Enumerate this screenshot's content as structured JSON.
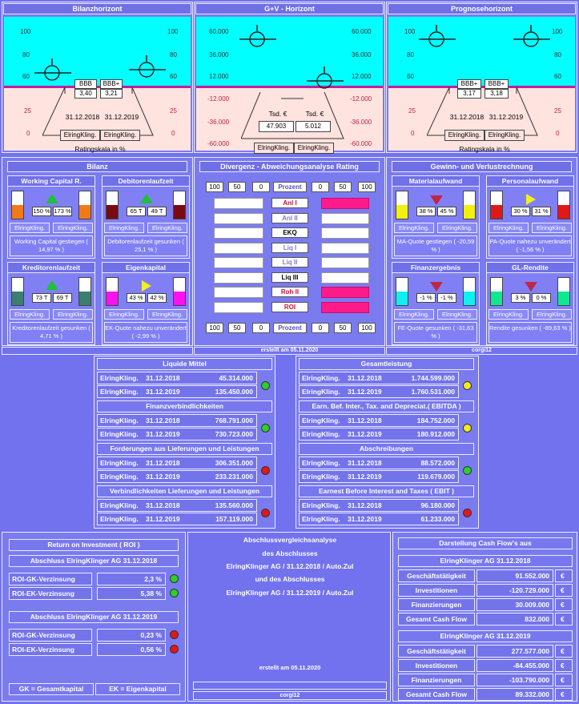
{
  "horizon": {
    "bilanz": {
      "title": "Bilanzhorizont",
      "sky_ticks": [
        "100",
        "80",
        "60"
      ],
      "ground_ticks": [
        "25",
        "0"
      ],
      "rating1": "BBB",
      "rating2": "BBB+",
      "value1": "3,40",
      "value2": "3,21",
      "date1": "31.12.2018",
      "date2": "31.12.2019",
      "name1": "ElringKling.",
      "name2": "ElringKling.",
      "scale": "Ratingskala in %"
    },
    "guv": {
      "title": "G+V - Horizont",
      "sky_ticks": [
        "60.000",
        "36.000",
        "12.000"
      ],
      "ground_ticks": [
        "-12.000",
        "-36.000",
        "-60.000"
      ],
      "unit1": "Tsd. €",
      "unit2": "Tsd. €",
      "value1": "47.903",
      "value2": "5.012",
      "name1": "ElringKling.",
      "name2": "ElringKling."
    },
    "prognose": {
      "title": "Prognosehorizont",
      "sky_ticks": [
        "100",
        "80",
        "60"
      ],
      "ground_ticks": [
        "25",
        "0"
      ],
      "rating1": "BBB+",
      "rating2": "BBB+",
      "value1": "3,17",
      "value2": "3,18",
      "date1": "31.12.2018",
      "date2": "31.12.2019",
      "name1": "ElringKling.",
      "name2": "ElringKling.",
      "scale": "Ratingskala in %"
    }
  },
  "bilanz": {
    "title": "Bilanz",
    "tiles": [
      {
        "title": "Working Capital R.",
        "p1": "150 %",
        "p2": "173 %",
        "n1": "ElringKling.",
        "n2": "ElringKling.",
        "note": "Working Capital gestiegen    ( 14,97 % )",
        "trend": "up",
        "color": "#f07a18"
      },
      {
        "title": "Debitorenlaufzeit",
        "p1": "65 T",
        "p2": "49 T",
        "n1": "ElringKling.",
        "n2": "ElringKling.",
        "note": "Debitorenlaufzeit gesunken ( 25,1 % )",
        "trend": "up",
        "color": "#7a0a12"
      },
      {
        "title": "Kreditorenlaufzeit",
        "p1": "73 T",
        "p2": "69 T",
        "n1": "ElringKling.",
        "n2": "ElringKling.",
        "note": "Kreditorenlaufzeit gesunken ( 4,71 % )",
        "trend": "up",
        "color": "#3c7f6e"
      },
      {
        "title": "Eigenkapital",
        "p1": "43 %",
        "p2": "42 %",
        "n1": "ElringKling.",
        "n2": "ElringKling.",
        "note": "EK-Quote nahezu unverändert  ( -2,99 % )",
        "trend": "right",
        "color": "#ff10f0"
      }
    ]
  },
  "divergenz": {
    "title": "Divergenz - Abweichungsanalyse Rating",
    "scale_left": [
      "100",
      "50",
      "0"
    ],
    "scale_mid": "Prozent",
    "scale_right": [
      "0",
      "50",
      "100"
    ],
    "rows": [
      {
        "label": "Anl I",
        "style": "red"
      },
      {
        "label": "Anl II",
        "style": "blue"
      },
      {
        "label": "EKQ",
        "style": "black"
      },
      {
        "label": "Liq I",
        "style": "blue"
      },
      {
        "label": "Liq II",
        "style": "blue"
      },
      {
        "label": "Liq III",
        "style": "black"
      },
      {
        "label": "Roh II",
        "style": "red"
      },
      {
        "label": "ROI",
        "style": "red"
      }
    ]
  },
  "guv_panel": {
    "title": "Gewinn-  und Verlustrechnung",
    "tiles": [
      {
        "title": "Materialaufwand",
        "p1": "38 %",
        "p2": "45 %",
        "n1": "ElringKling.",
        "n2": "ElringKling.",
        "note": "MA-Quote gestiegen ( -20,59 % )",
        "trend": "down",
        "color": "#f2f010"
      },
      {
        "title": "Personalaufwand",
        "p1": "30 %",
        "p2": "31 %",
        "n1": "ElringKling.",
        "n2": "ElringKling.",
        "note": "PA-Quote nahezu unverändert  ( -1,56 % )",
        "trend": "right",
        "color": "#e01818"
      },
      {
        "title": "Finanzergebnis",
        "p1": "-1 %",
        "p2": "-1 %",
        "n1": "ElringKling.",
        "n2": "ElringKling.",
        "note": "FE-Quote gesunken ( -31,63 % )",
        "trend": "down",
        "color": "#10f0f0"
      },
      {
        "title": "GL-Rendite",
        "p1": "3 %",
        "p2": "0 %",
        "n1": "ElringKling.",
        "n2": "ElringKling.",
        "note": "Rendite gesunken ( -89,63 % )",
        "trend": "down",
        "color": "#10e890"
      }
    ]
  },
  "footer_strip": {
    "left": "",
    "created": "erstellt am 05.11.2020",
    "right": "corgi12"
  },
  "tables_left": [
    {
      "title": "Liquide Mittel",
      "rows": [
        [
          "ElringKling.",
          "31.12.2018",
          "45.314.000"
        ],
        [
          "ElringKling.",
          "31.12.2019",
          "135.450.000"
        ]
      ],
      "status": "green"
    },
    {
      "title": "Finanzverbindlichkeiten",
      "rows": [
        [
          "ElringKling.",
          "31.12.2018",
          "768.791.000"
        ],
        [
          "ElringKling.",
          "31.12.2019",
          "730.723.000"
        ]
      ],
      "status": "green"
    },
    {
      "title": "Forderungen aus Lieferungen und Leistungen",
      "rows": [
        [
          "ElringKling.",
          "31.12.2018",
          "306.351.000"
        ],
        [
          "ElringKling.",
          "31.12.2019",
          "233.231.000"
        ]
      ],
      "status": "red"
    },
    {
      "title": "Verbindlichkeiten Lieferungen und Leistungen",
      "rows": [
        [
          "ElringKling.",
          "31.12.2018",
          "135.560.000"
        ],
        [
          "ElringKling.",
          "31.12.2019",
          "157.119.000"
        ]
      ],
      "status": "red"
    }
  ],
  "tables_right": [
    {
      "title": "Gesamtleistung",
      "rows": [
        [
          "ElringKling.",
          "31.12.2018",
          "1.744.599.000"
        ],
        [
          "ElringKling.",
          "31.12.2019",
          "1.760.531.000"
        ]
      ],
      "status": "yellow"
    },
    {
      "title": "Earn. Bef. Inter., Tax. and Depreciat.( EBITDA )",
      "rows": [
        [
          "ElringKling.",
          "31.12.2018",
          "184.752.000"
        ],
        [
          "ElringKling.",
          "31.12.2019",
          "180.912.000"
        ]
      ],
      "status": "yellow"
    },
    {
      "title": "Abschreibungen",
      "rows": [
        [
          "ElringKling.",
          "31.12.2018",
          "88.572.000"
        ],
        [
          "ElringKling.",
          "31.12.2019",
          "119.679.000"
        ]
      ],
      "status": "green"
    },
    {
      "title": "Earnest Before Interest and Taxes ( EBIT )",
      "rows": [
        [
          "ElringKling.",
          "31.12.2018",
          "96.180.000"
        ],
        [
          "ElringKling.",
          "31.12.2019",
          "61.233.000"
        ]
      ],
      "status": "red"
    }
  ],
  "roi": {
    "title": "Return on Investment ( ROI )",
    "blocks": [
      {
        "heading": "Abschluss  ElringKlinger AG  31.12.2018",
        "rows": [
          {
            "label": "ROI-GK-Verzinsung",
            "value": "2,3 %",
            "status": "green"
          },
          {
            "label": "ROI-EK-Verzinsung",
            "value": "5,38 %",
            "status": "green"
          }
        ]
      },
      {
        "heading": "Abschluss  ElringKlinger AG  31.12.2019",
        "rows": [
          {
            "label": "ROI-GK-Verzinsung",
            "value": "0,23 %",
            "status": "red"
          },
          {
            "label": "ROI-EK-Verzinsung",
            "value": "0,56 %",
            "status": "red"
          }
        ]
      }
    ],
    "legend1": "GK = Gesamtkapital",
    "legend2": "EK = Eigenkapital"
  },
  "center": {
    "line1": "Abschlussvergleichsanalyse",
    "line2": "des Abschlusses",
    "line3": "ElringKlinger AG  /  31.12.2018  /  Auto.Zul",
    "line4": "und des Abschlusses",
    "line5": "ElringKlinger AG  /  31.12.2019  /  Auto.Zul",
    "created": "erstellt am 05.11.2020",
    "corgi": "corgi12"
  },
  "cashflow": {
    "title": "Darstellung Cash Flow's aus",
    "blocks": [
      {
        "heading": "ElringKlinger AG  31.12.2018",
        "rows": [
          [
            "Geschäftstätigkeit",
            "91.552.000",
            "€"
          ],
          [
            "Investitionen",
            "-120.729.000",
            "€"
          ],
          [
            "Finanzierungen",
            "30.009.000",
            "€"
          ],
          [
            "Gesamt Cash Flow",
            "832.000",
            "€"
          ]
        ]
      },
      {
        "heading": "ElringKlinger AG  31.12.2019",
        "rows": [
          [
            "Geschäftstätigkeit",
            "277.577.000",
            "€"
          ],
          [
            "Investitionen",
            "-84.455.000",
            "€"
          ],
          [
            "Finanzierungen",
            "-103.790.000",
            "€"
          ],
          [
            "Gesamt Cash Flow",
            "89.332.000",
            "€"
          ]
        ]
      }
    ]
  }
}
